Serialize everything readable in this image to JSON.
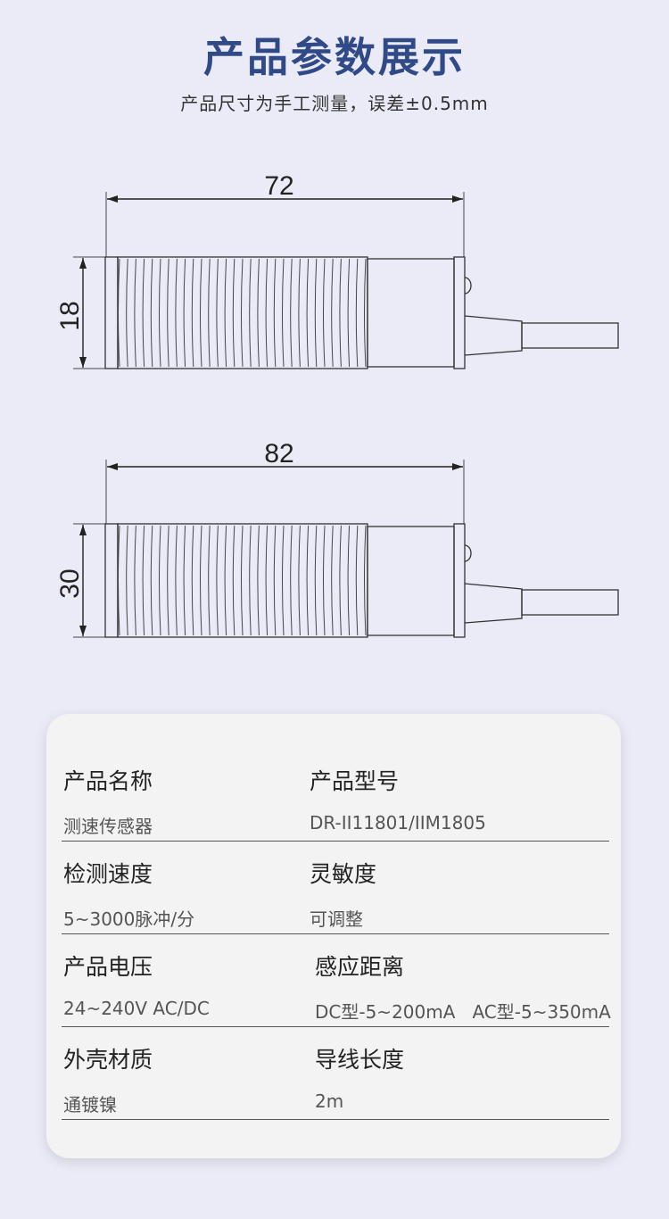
{
  "header": {
    "title": "产品参数展示",
    "subtitle": "产品尺寸为手工测量，误差±0.5mm"
  },
  "drawings": [
    {
      "length_label": "72",
      "diameter_label": "18"
    },
    {
      "length_label": "82",
      "diameter_label": "30"
    }
  ],
  "specs": [
    {
      "label_left": "产品名称",
      "value_left": "测速传感器",
      "label_right": "产品型号",
      "value_right": "DR-II11801/IIM1805"
    },
    {
      "label_left": "检测速度",
      "value_left": "5~3000脉冲/分",
      "label_right": "灵敏度",
      "value_right": "可调整"
    },
    {
      "label_left": "产品电压",
      "value_left": "24~240V AC/DC",
      "label_right": "感应距离",
      "value_right": "DC型-5~200mA   AC型-5~350mA"
    },
    {
      "label_left": "外壳材质",
      "value_left": "通镀镍",
      "label_right": "导线长度",
      "value_right": "2m"
    }
  ]
}
